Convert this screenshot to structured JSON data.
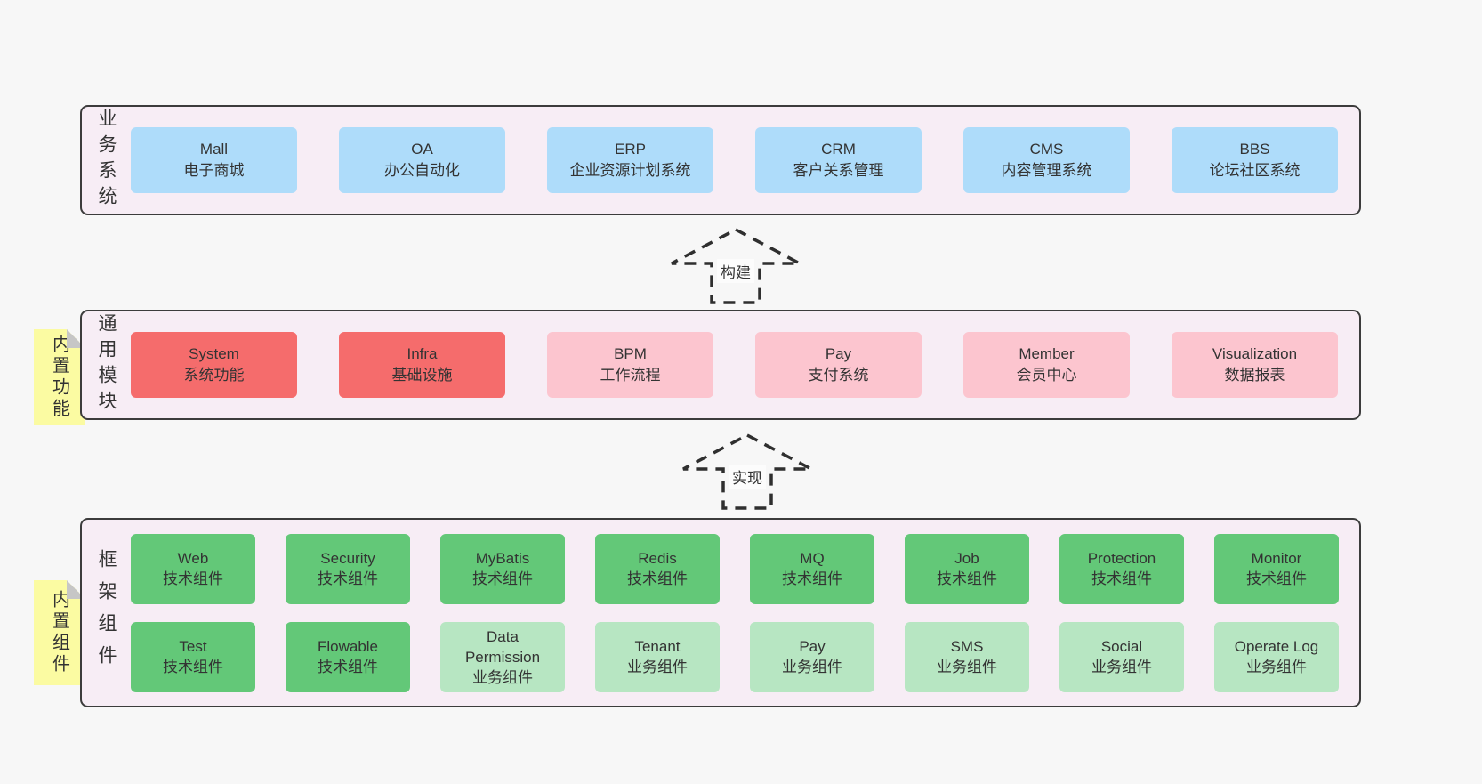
{
  "palette": {
    "page_bg": "#f7f7f7",
    "section_bg": "#f7edf5",
    "section_border": "#3c3c3c",
    "blue_box": "#aedcfa",
    "red_box": "#f56c6c",
    "pink_box": "#fcc5cf",
    "green_box": "#63c878",
    "light_green_box": "#b7e6c2",
    "tab_yellow": "#fbfba2",
    "tab_fold_gray": "#c6c6c6",
    "text": "#333333"
  },
  "arrows": [
    {
      "label": "构建"
    },
    {
      "label": "实现"
    }
  ],
  "sections": [
    {
      "label": "业务系统",
      "boxes": [
        {
          "title": "Mall",
          "subtitle": "电子商城"
        },
        {
          "title": "OA",
          "subtitle": "办公自动化"
        },
        {
          "title": "ERP",
          "subtitle": "企业资源计划系统"
        },
        {
          "title": "CRM",
          "subtitle": "客户关系管理"
        },
        {
          "title": "CMS",
          "subtitle": "内容管理系统"
        },
        {
          "title": "BBS",
          "subtitle": "论坛社区系统"
        }
      ]
    },
    {
      "label": "通用模块",
      "tab": "内置功能",
      "boxes": [
        {
          "title": "System",
          "subtitle": "系统功能"
        },
        {
          "title": "Infra",
          "subtitle": "基础设施"
        },
        {
          "title": "BPM",
          "subtitle": "工作流程"
        },
        {
          "title": "Pay",
          "subtitle": "支付系统"
        },
        {
          "title": "Member",
          "subtitle": "会员中心"
        },
        {
          "title": "Visualization",
          "subtitle": "数据报表"
        }
      ]
    },
    {
      "label": "框架组件",
      "tab": "内置组件",
      "rows": [
        [
          {
            "title": "Web",
            "subtitle": "技术组件"
          },
          {
            "title": "Security",
            "subtitle": "技术组件"
          },
          {
            "title": "MyBatis",
            "subtitle": "技术组件"
          },
          {
            "title": "Redis",
            "subtitle": "技术组件"
          },
          {
            "title": "MQ",
            "subtitle": "技术组件"
          },
          {
            "title": "Job",
            "subtitle": "技术组件"
          },
          {
            "title": "Protection",
            "subtitle": "技术组件"
          },
          {
            "title": "Monitor",
            "subtitle": "技术组件"
          }
        ],
        [
          {
            "title": "Test",
            "subtitle": "技术组件"
          },
          {
            "title": "Flowable",
            "subtitle": "技术组件"
          },
          {
            "title": "Data Permission",
            "subtitle": "业务组件"
          },
          {
            "title": "Tenant",
            "subtitle": "业务组件"
          },
          {
            "title": "Pay",
            "subtitle": "业务组件"
          },
          {
            "title": "SMS",
            "subtitle": "业务组件"
          },
          {
            "title": "Social",
            "subtitle": "业务组件"
          },
          {
            "title": "Operate Log",
            "subtitle": "业务组件"
          }
        ]
      ]
    }
  ]
}
